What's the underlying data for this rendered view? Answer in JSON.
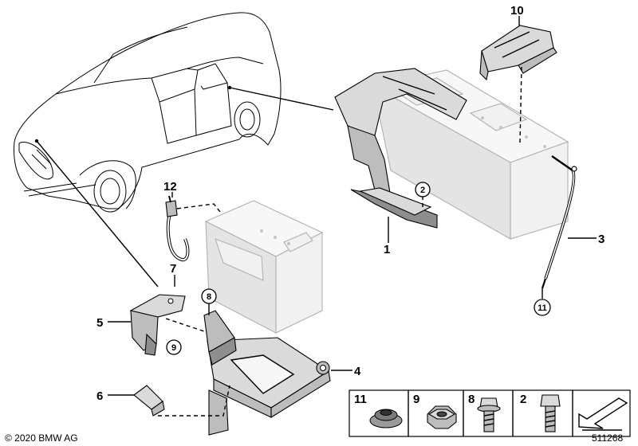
{
  "callouts": {
    "c1": "1",
    "c2": "2",
    "c3": "3",
    "c4": "4",
    "c5": "5",
    "c6": "6",
    "c7": "7",
    "c8": "8",
    "c9": "9",
    "c10": "10",
    "c11": "11",
    "c12": "12"
  },
  "legend": {
    "items": [
      {
        "label": "11",
        "part": "rubber-grommet"
      },
      {
        "label": "9",
        "part": "hex-collar-nut"
      },
      {
        "label": "8",
        "part": "hex-flange-bolt"
      },
      {
        "label": "2",
        "part": "hex-bolt"
      }
    ],
    "arrow_icon": "arrow-icon"
  },
  "footer": {
    "copyright": "© 2020 BMW AG",
    "diagram_id": "511268"
  }
}
